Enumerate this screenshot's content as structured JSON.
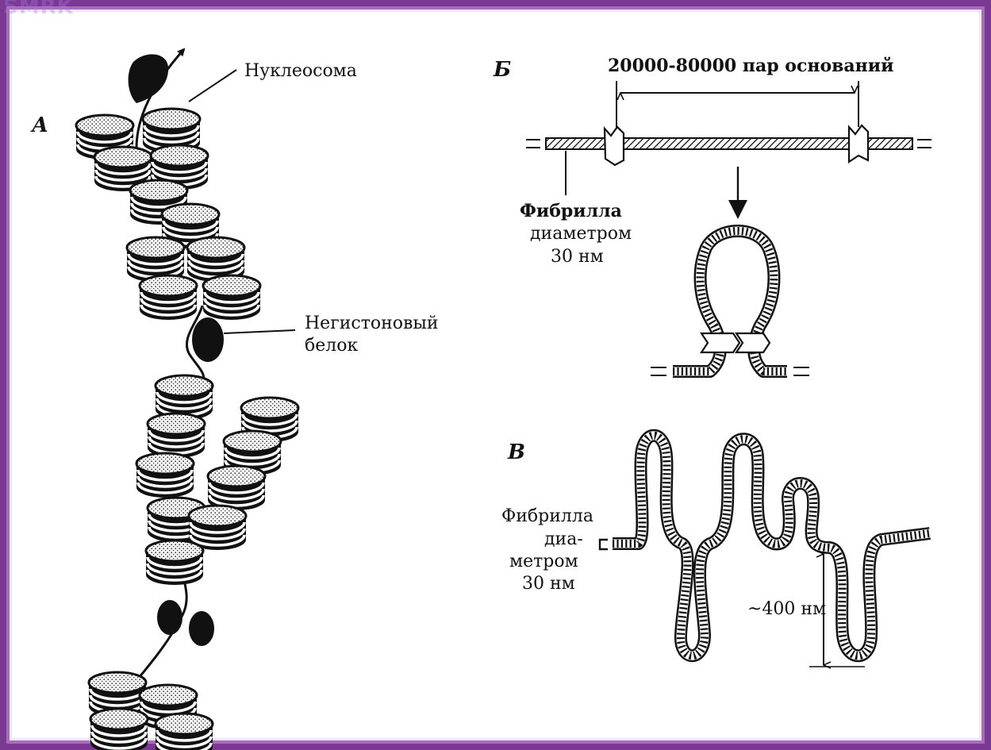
{
  "watermark": "SMRK",
  "colors": {
    "frame": "#7a3a94",
    "frame_inner": "#a86cbc",
    "ink": "#111111"
  },
  "panel_a": {
    "letter": "А",
    "nucleosome_label": "Нуклеосома",
    "nonhistone_label_line1": "Негистоновый",
    "nonhistone_label_line2": "белок"
  },
  "panel_b": {
    "letter": "Б",
    "span_label": "20000-80000 пар оснований",
    "fibril_line1": "Фибрилла",
    "fibril_line2": "диаметром",
    "fibril_line3": "30 нм"
  },
  "panel_v": {
    "letter": "В",
    "fibril_line1": "Фибрилла",
    "fibril_line2": "диа-",
    "fibril_line3": "метром",
    "fibril_line4": "30 нм",
    "loop_height_label": "~400 нм"
  }
}
